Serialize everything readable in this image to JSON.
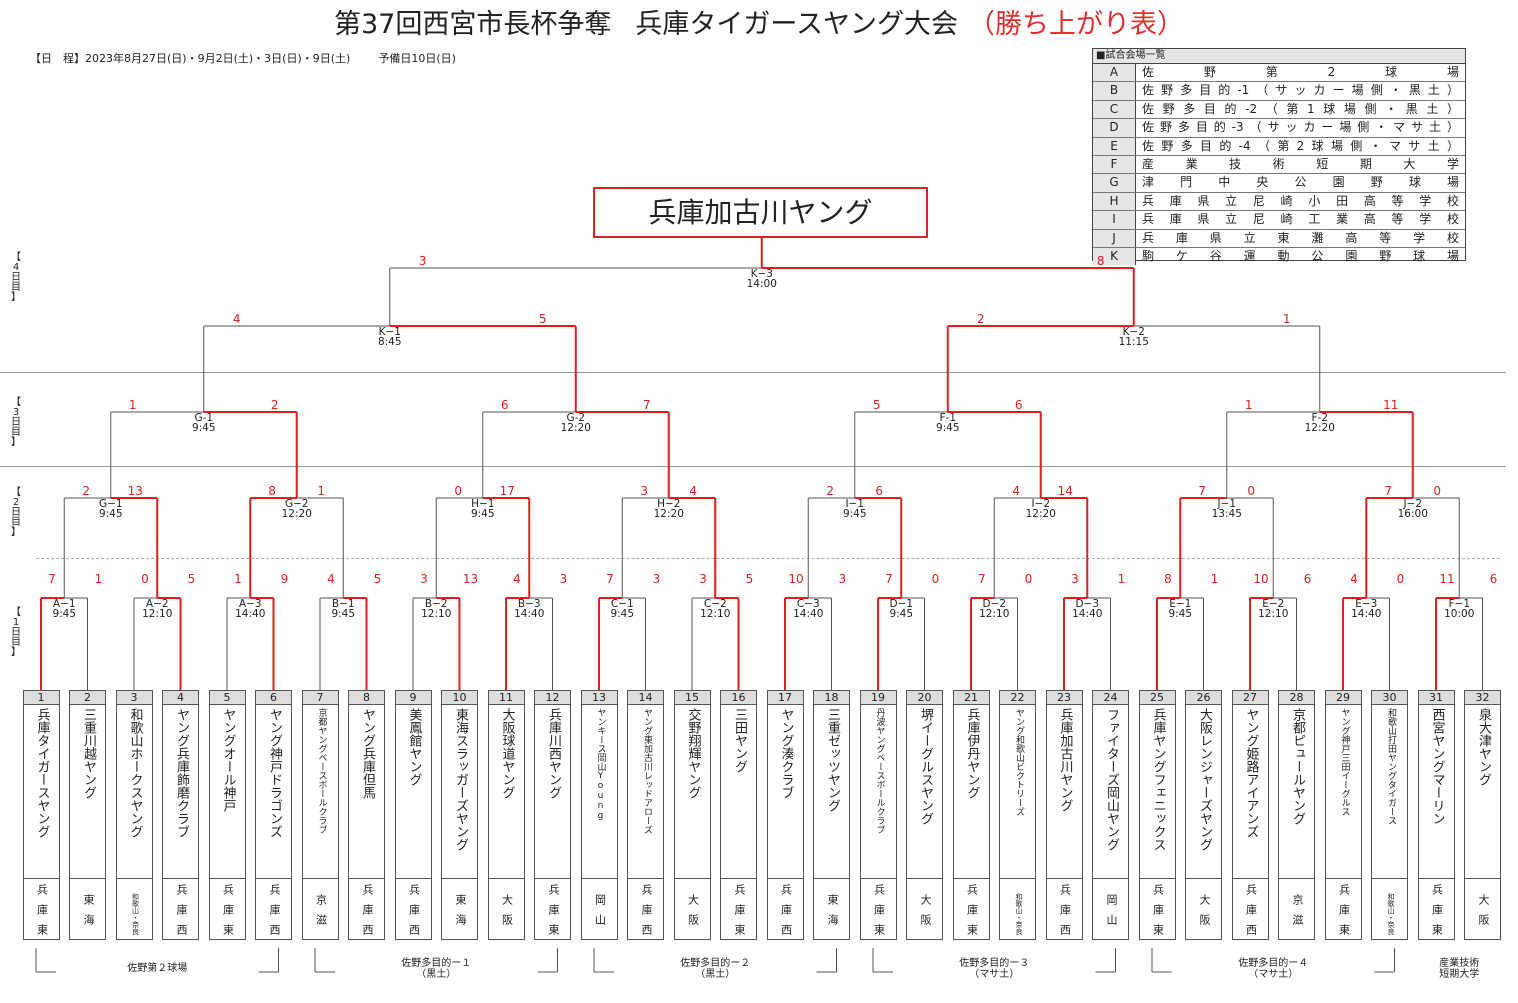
{
  "title": {
    "main": "第37回西宮市長杯争奪",
    "tournament": "兵庫タイガースヤング大会",
    "suffix": "（勝ち上がり表）"
  },
  "schedule": {
    "dates": "【日　程】2023年8月27日(日)・9月2日(土)・3日(日)・9日(土)",
    "reserve": "予備日10日(日)"
  },
  "venues": {
    "header": "■試合会場一覧",
    "list": [
      {
        "code": "A",
        "name": "佐野第2球場"
      },
      {
        "code": "B",
        "name": "佐野多目的-1（サッカー場側・黒土）"
      },
      {
        "code": "C",
        "name": "佐野多目的-2（第1球場側・黒土）"
      },
      {
        "code": "D",
        "name": "佐野多目的-3（サッカー場側・マサ土）"
      },
      {
        "code": "E",
        "name": "佐野多目的-4（第2球場側・マサ土）"
      },
      {
        "code": "F",
        "name": "産業技術短期大学"
      },
      {
        "code": "G",
        "name": "津門中央公園野球場"
      },
      {
        "code": "H",
        "name": "兵庫県立尼崎小田高等学校"
      },
      {
        "code": "I",
        "name": "兵庫県立尼崎工業高等学校"
      },
      {
        "code": "J",
        "name": "兵庫県立東灘高等学校"
      },
      {
        "code": "K",
        "name": "駒ケ谷運動公園野球場"
      }
    ]
  },
  "champion": "兵庫加古川ヤング",
  "day_labels": [
    "【4日目】",
    "【3日目】",
    "【2日目】",
    "【1日目】"
  ],
  "colors": {
    "win": "#e02020",
    "line": "#555555",
    "score": "#e02020"
  },
  "teams": [
    {
      "num": "1",
      "name": "兵庫タイガースヤング",
      "pref": "兵庫東"
    },
    {
      "num": "2",
      "name": "三重川越ヤング",
      "pref": "東海"
    },
    {
      "num": "3",
      "name": "和歌山ホークスヤング",
      "pref": "和歌山・奈良"
    },
    {
      "num": "4",
      "name": "ヤング兵庫飾磨クラブ",
      "pref": "兵庫西"
    },
    {
      "num": "5",
      "name": "ヤングオール神戸",
      "pref": "兵庫東"
    },
    {
      "num": "6",
      "name": "ヤング神戸ドラゴンズ",
      "pref": "兵庫西"
    },
    {
      "num": "7",
      "name": "京都ヤングベースボールクラブ",
      "pref": "京滋"
    },
    {
      "num": "8",
      "name": "ヤング兵庫但馬",
      "pref": "兵庫西"
    },
    {
      "num": "9",
      "name": "美鳳館ヤング",
      "pref": "兵庫西"
    },
    {
      "num": "10",
      "name": "東海スラッガーズヤング",
      "pref": "東海"
    },
    {
      "num": "11",
      "name": "大阪球道ヤング",
      "pref": "大阪"
    },
    {
      "num": "12",
      "name": "兵庫川西ヤング",
      "pref": "兵庫東"
    },
    {
      "num": "13",
      "name": "ヤンキース岡山Young",
      "pref": "岡山"
    },
    {
      "num": "14",
      "name": "ヤング東加古川レッドアローズ",
      "pref": "兵庫西"
    },
    {
      "num": "15",
      "name": "交野翔輝ヤング",
      "pref": "大阪"
    },
    {
      "num": "16",
      "name": "三田ヤング",
      "pref": "兵庫東"
    },
    {
      "num": "17",
      "name": "ヤング湊クラブ",
      "pref": "兵庫西"
    },
    {
      "num": "18",
      "name": "三重ゼッツヤング",
      "pref": "東海"
    },
    {
      "num": "19",
      "name": "丹波ヤングベースボールクラブ",
      "pref": "兵庫東"
    },
    {
      "num": "20",
      "name": "堺イーグルスヤング",
      "pref": "大阪"
    },
    {
      "num": "21",
      "name": "兵庫伊丹ヤング",
      "pref": "兵庫東"
    },
    {
      "num": "22",
      "name": "ヤング和歌山ビクトリーズ",
      "pref": "和歌山・奈良"
    },
    {
      "num": "23",
      "name": "兵庫加古川ヤング",
      "pref": "兵庫西"
    },
    {
      "num": "24",
      "name": "ファイターズ岡山ヤング",
      "pref": "岡山"
    },
    {
      "num": "25",
      "name": "兵庫ヤングフェニックス",
      "pref": "兵庫東"
    },
    {
      "num": "26",
      "name": "大阪レンジャーズヤング",
      "pref": "大阪"
    },
    {
      "num": "27",
      "name": "ヤング姫路アイアンズ",
      "pref": "兵庫西"
    },
    {
      "num": "28",
      "name": "京都ピュールヤング",
      "pref": "京滋"
    },
    {
      "num": "29",
      "name": "ヤング神戸三田イーグルス",
      "pref": "兵庫東"
    },
    {
      "num": "30",
      "name": "和歌山打田ヤングタイガース",
      "pref": "和歌山・奈良"
    },
    {
      "num": "31",
      "name": "西宮ヤングマーリン",
      "pref": "兵庫東"
    },
    {
      "num": "32",
      "name": "泉大津ヤング",
      "pref": "大阪"
    }
  ],
  "round1": [
    {
      "code": "A−1",
      "time": "9:45",
      "s": [
        "7",
        "1"
      ],
      "w": 0
    },
    {
      "code": "A−2",
      "time": "12:10",
      "s": [
        "0",
        "5"
      ],
      "w": 1
    },
    {
      "code": "A−3",
      "time": "14:40",
      "s": [
        "1",
        "9"
      ],
      "w": 1
    },
    {
      "code": "B−1",
      "time": "9:45",
      "s": [
        "4",
        "5"
      ],
      "w": 1
    },
    {
      "code": "B−2",
      "time": "12:10",
      "s": [
        "3",
        "13"
      ],
      "w": 1
    },
    {
      "code": "B−3",
      "time": "14:40",
      "s": [
        "4",
        "3"
      ],
      "w": 0
    },
    {
      "code": "C−1",
      "time": "9:45",
      "s": [
        "7",
        "3"
      ],
      "w": 0
    },
    {
      "code": "C−2",
      "time": "12:10",
      "s": [
        "3",
        "5"
      ],
      "w": 1
    },
    {
      "code": "C−3",
      "time": "14:40",
      "s": [
        "10",
        "3"
      ],
      "w": 0
    },
    {
      "code": "D−1",
      "time": "9:45",
      "s": [
        "7",
        "0"
      ],
      "w": 0
    },
    {
      "code": "D−2",
      "time": "12:10",
      "s": [
        "7",
        "0"
      ],
      "w": 0
    },
    {
      "code": "D−3",
      "time": "14:40",
      "s": [
        "3",
        "1"
      ],
      "w": 0
    },
    {
      "code": "E−1",
      "time": "9:45",
      "s": [
        "8",
        "1"
      ],
      "w": 0
    },
    {
      "code": "E−2",
      "time": "12:10",
      "s": [
        "10",
        "6"
      ],
      "w": 0
    },
    {
      "code": "E−3",
      "time": "14:40",
      "s": [
        "4",
        "0"
      ],
      "w": 0
    },
    {
      "code": "F−1",
      "time": "10:00",
      "s": [
        "11",
        "6"
      ],
      "w": 0
    }
  ],
  "round2": [
    {
      "code": "G−1",
      "time": "9:45",
      "s": [
        "2",
        "13"
      ],
      "w": 1
    },
    {
      "code": "G−2",
      "time": "12:20",
      "s": [
        "8",
        "1"
      ],
      "w": 0
    },
    {
      "code": "H−1",
      "time": "9:45",
      "s": [
        "0",
        "17"
      ],
      "w": 1
    },
    {
      "code": "H−2",
      "time": "12:20",
      "s": [
        "3",
        "4"
      ],
      "w": 1
    },
    {
      "code": "I−1",
      "time": "9:45",
      "s": [
        "2",
        "6"
      ],
      "w": 1
    },
    {
      "code": "I−2",
      "time": "12:20",
      "s": [
        "4",
        "14"
      ],
      "w": 1
    },
    {
      "code": "J−1",
      "time": "13:45",
      "s": [
        "7",
        "0"
      ],
      "w": 0
    },
    {
      "code": "J−2",
      "time": "16:00",
      "s": [
        "7",
        "0"
      ],
      "w": 0
    }
  ],
  "round3": [
    {
      "code": "G-1",
      "time": "9:45",
      "s": [
        "1",
        "2"
      ],
      "w": 1
    },
    {
      "code": "G-2",
      "time": "12:20",
      "s": [
        "6",
        "7"
      ],
      "w": 1
    },
    {
      "code": "F-1",
      "time": "9:45",
      "s": [
        "5",
        "6"
      ],
      "w": 1
    },
    {
      "code": "F-2",
      "time": "12:20",
      "s": [
        "1",
        "11"
      ],
      "w": 1
    }
  ],
  "round4": [
    {
      "code": "K−1",
      "time": "8:45",
      "s": [
        "4",
        "5"
      ],
      "w": 1
    },
    {
      "code": "K−2",
      "time": "11:15",
      "s": [
        "2",
        "1"
      ],
      "w": 0
    }
  ],
  "final": {
    "code": "K−3",
    "time": "14:00",
    "s": [
      "3",
      "8"
    ],
    "w": 1
  },
  "footer_venues": [
    {
      "label": "佐野第２球場"
    },
    {
      "label": "佐野多目的ー１\n（黒土）"
    },
    {
      "label": "佐野多目的ー２\n（黒土）"
    },
    {
      "label": "佐野多目的ー３\n（マサ土）"
    },
    {
      "label": "佐野多目的ー４\n（マサ土）"
    },
    {
      "label": "産業技術\n短期大学"
    }
  ]
}
